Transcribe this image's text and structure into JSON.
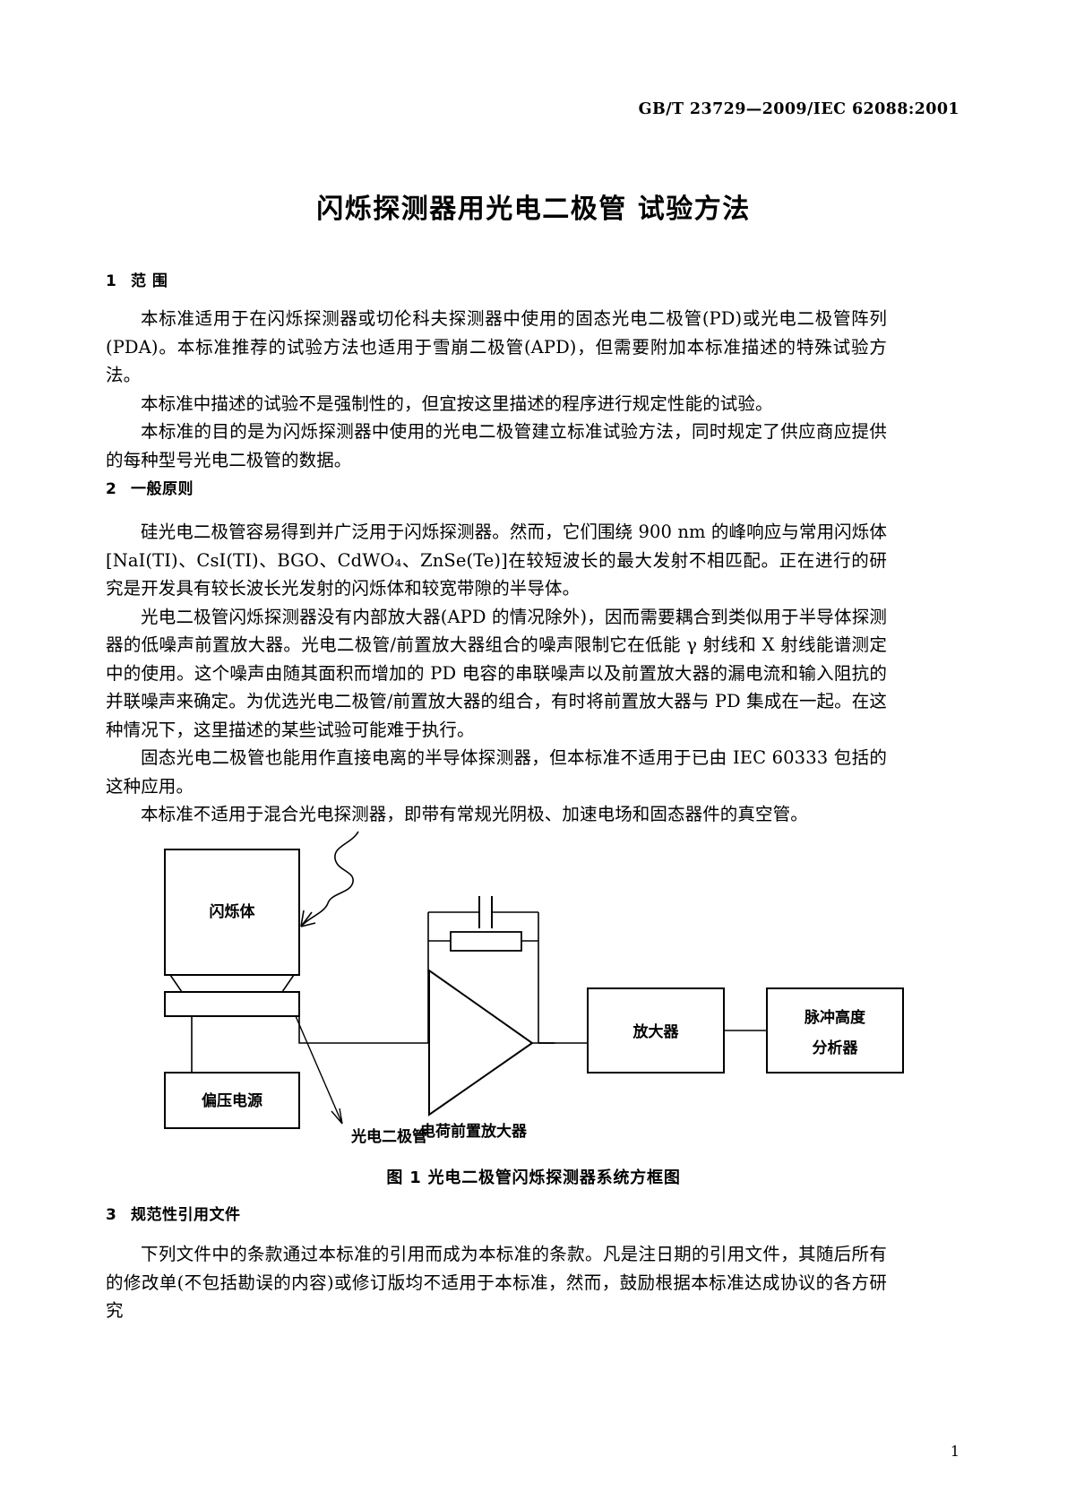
{
  "header": {
    "standard_ref": "GB/T 23729—2009/IEC 62088:2001"
  },
  "title": "闪烁探测器用光电二极管  试验方法",
  "page_number": "1",
  "sections": [
    {
      "number": "1",
      "heading": "范 围",
      "paragraphs": [
        "本标准适用于在闪烁探测器或切伦科夫探测器中使用的固态光电二极管(PD)或光电二极管阵列(PDA)。本标准推荐的试验方法也适用于雪崩二极管(APD)，但需要附加本标准描述的特殊试验方法。",
        "本标准中描述的试验不是强制性的，但宜按这里描述的程序进行规定性能的试验。",
        "本标准的目的是为闪烁探测器中使用的光电二极管建立标准试验方法，同时规定了供应商应提供的每种型号光电二极管的数据。"
      ]
    },
    {
      "number": "2",
      "heading": "一般原则",
      "paragraphs": [
        "硅光电二极管容易得到并广泛用于闪烁探测器。然而，它们围绕 900 nm 的峰响应与常用闪烁体[NaI(TI)、CsI(TI)、BGO、CdWO₄、ZnSe(Te)]在较短波长的最大发射不相匹配。正在进行的研究是开发具有较长波长光发射的闪烁体和较宽带隙的半导体。",
        "光电二极管闪烁探测器没有内部放大器(APD 的情况除外)，因而需要耦合到类似用于半导体探测器的低噪声前置放大器。光电二极管/前置放大器组合的噪声限制它在低能 γ 射线和 X 射线能谱测定中的使用。这个噪声由随其面积而增加的 PD 电容的串联噪声以及前置放大器的漏电流和输入阻抗的并联噪声来确定。为优选光电二极管/前置放大器的组合，有时将前置放大器与 PD 集成在一起。在这种情况下，这里描述的某些试验可能难于执行。",
        "固态光电二极管也能用作直接电离的半导体探测器，但本标准不适用于已由 IEC 60333 包括的这种应用。",
        "本标准不适用于混合光电探测器，即带有常规光阴极、加速电场和固态器件的真空管。"
      ]
    },
    {
      "number": "3",
      "heading": "规范性引用文件",
      "paragraphs": [
        "下列文件中的条款通过本标准的引用而成为本标准的条款。凡是注日期的引用文件，其随后所有的修改单(不包括勘误的内容)或修订版均不适用于本标准，然而，鼓励根据本标准达成协议的各方研究"
      ]
    }
  ],
  "figure": {
    "caption": "图 1   光电二极管闪烁探测器系统方框图",
    "blocks": [
      {
        "id": "scintillator",
        "label": "闪烁体"
      },
      {
        "id": "bias-supply",
        "label": "偏压电源"
      },
      {
        "id": "amplifier",
        "label": "放大器"
      },
      {
        "id": "pulse-height-analyzer-line1",
        "label": "脉冲高度"
      },
      {
        "id": "pulse-height-analyzer-line2",
        "label": "分析器"
      }
    ],
    "annotations": [
      {
        "id": "charge-preamp",
        "label": "电荷前置放大器"
      },
      {
        "id": "photodiode",
        "label": "光电二极管"
      }
    ],
    "stroke_color": "#000000"
  }
}
